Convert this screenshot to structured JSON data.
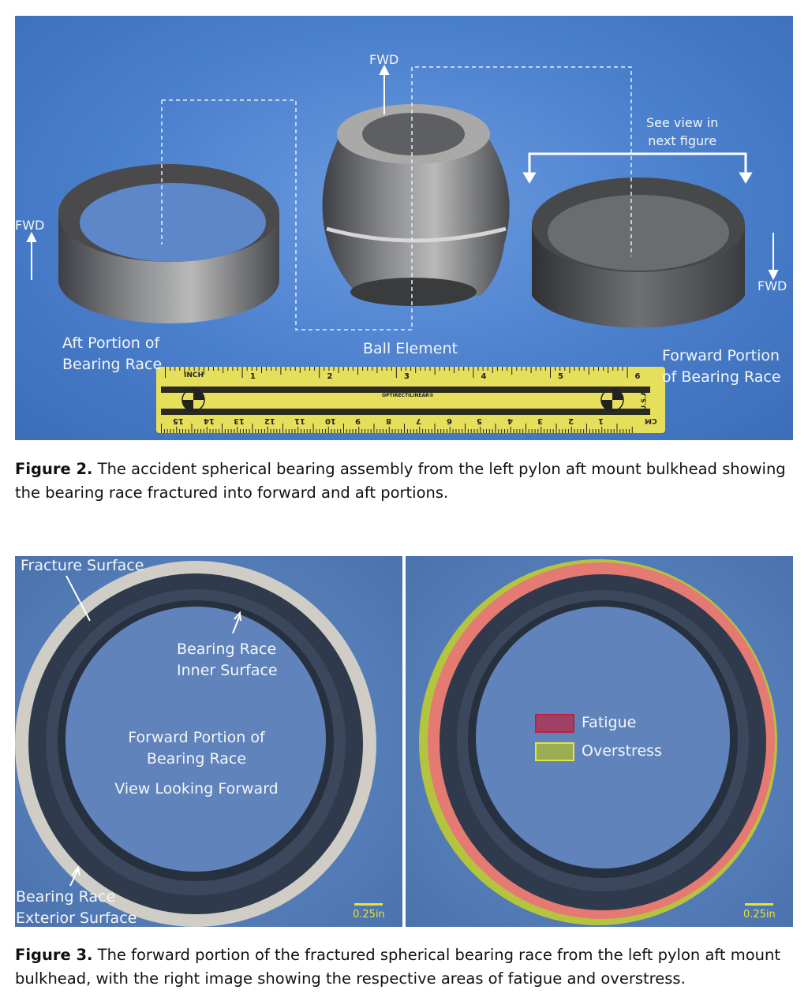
{
  "figure2": {
    "labels": {
      "fwd_top": "FWD",
      "fwd_left": "FWD",
      "fwd_right": "FWD",
      "see_view_line1": "See view in",
      "see_view_line2": "next figure",
      "aft_line1": "Aft Portion of",
      "aft_line2": "Bearing Race",
      "ball": "Ball Element",
      "forward_line1": "Forward Portion",
      "forward_line2": "of Bearing Race"
    },
    "ruler": {
      "unit_top": "INCH",
      "inch_ticks": [
        "1",
        "2",
        "3",
        "4",
        "5",
        "6"
      ],
      "brand": "OPTIRECTILINEAR®",
      "country": "U.S.A.",
      "unit_bottom": "CM",
      "cm_ticks": [
        "15",
        "14",
        "13",
        "12",
        "11",
        "10",
        "9",
        "8",
        "7",
        "6",
        "5",
        "4",
        "3",
        "2",
        "1"
      ]
    },
    "caption_label": "Figure 2.",
    "caption_text": " The accident spherical bearing assembly from the left pylon aft mount bulkhead showing the bearing race fractured into forward and aft portions."
  },
  "figure3": {
    "left": {
      "fracture_surface": "Fracture Surface",
      "inner_line1": "Bearing Race",
      "inner_line2": "Inner Surface",
      "center_line1": "Forward Portion of",
      "center_line2": "Bearing Race",
      "center_line3": "View Looking Forward",
      "exterior_line1": "Bearing Race",
      "exterior_line2": "Exterior Surface",
      "scale": "0.25in"
    },
    "right": {
      "legend": [
        {
          "label": "Fatigue",
          "color": "#b0304f"
        },
        {
          "label": "Overstress",
          "color": "#a8b83a"
        }
      ],
      "scale": "0.25in"
    },
    "caption_label": "Figure 3.",
    "caption_text": " The forward portion of the fractured spherical bearing race from the left pylon aft mount bulkhead, with the right image showing the respective areas of fatigue and overstress."
  }
}
